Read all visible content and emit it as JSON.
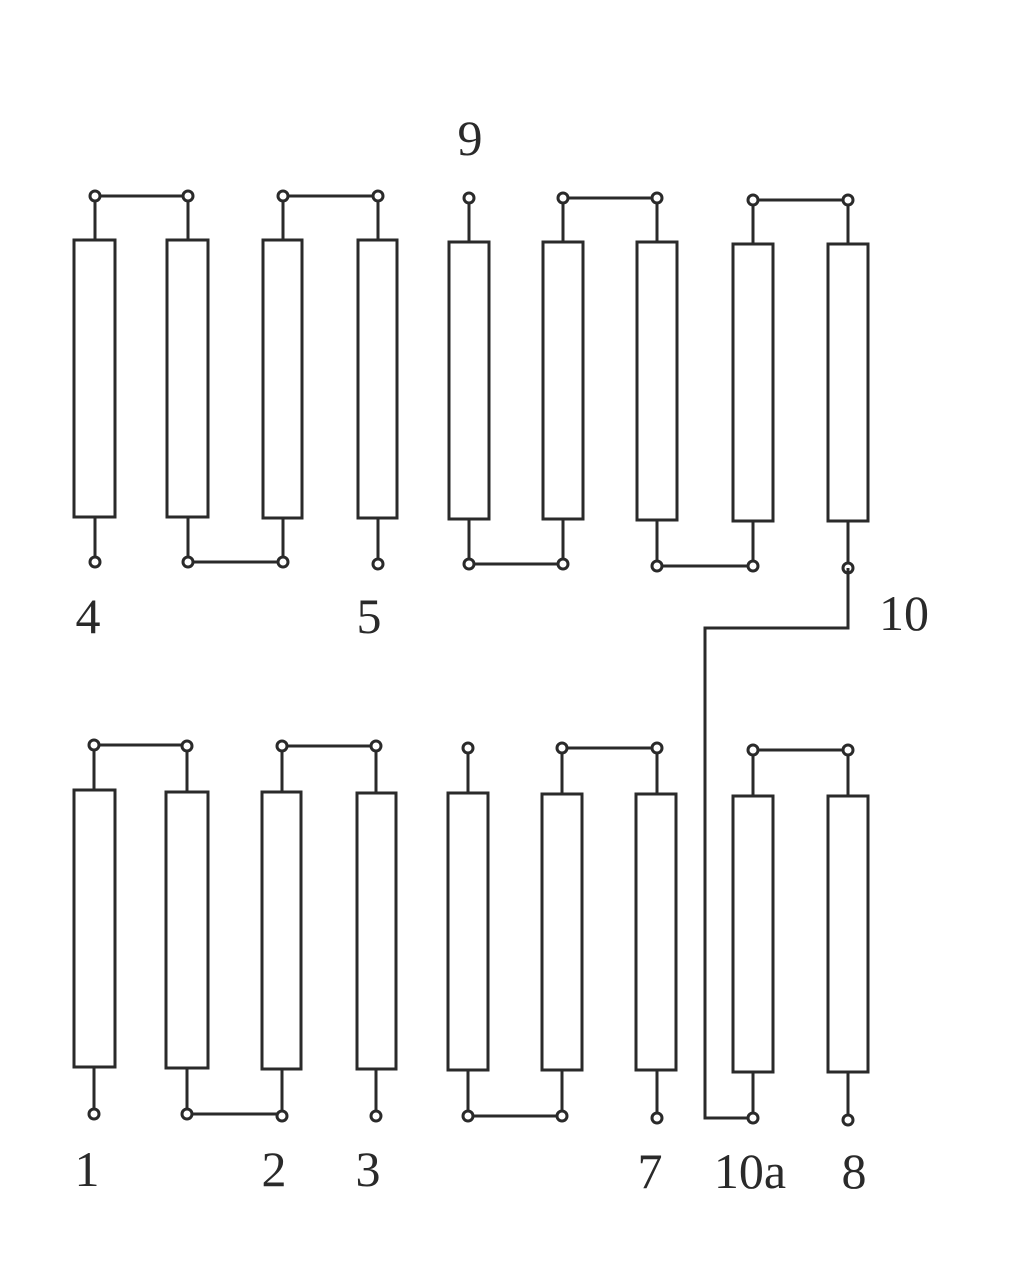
{
  "labels": {
    "top_center": "9",
    "top_left": "4",
    "top_mid": "5",
    "top_right": "10",
    "bottom_1": "1",
    "bottom_2": "2",
    "bottom_3": "3",
    "bottom_7": "7",
    "bottom_10a": "10a",
    "bottom_8": "8"
  },
  "colors": {
    "line": "#2a2a2a",
    "background": "#ffffff"
  }
}
